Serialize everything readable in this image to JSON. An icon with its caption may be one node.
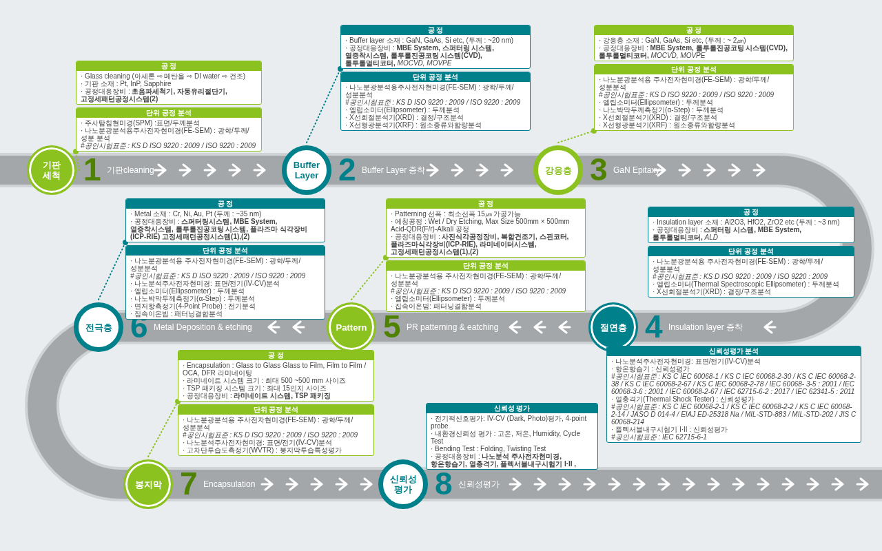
{
  "diagram": {
    "nodes": [
      {
        "text": [
          "기판 세척"
        ],
        "beside": [
          "1",
          "기판cleaning"
        ]
      },
      {
        "text": [
          "공 정",
          "· Glass cleaning (아세톤 ⇨ 메탄올 ⇨ DI water ⇨ 건조)",
          "· 기판 소재 : Pt, InP, Sapphire",
          "· 공정대응장비 : **초음파세척기, 자동유리절단기, 고정세패턴공정시스템(2)**"
        ]
      },
      {
        "text": [
          "단위 공정 분석",
          "· 주사탐침현미경(SPM) :표면/두께분석",
          "· 나노분광분석용주사전자현미경(FE-SEM) : 광학/두께/성분 분석",
          "*#공인시험표준 : KS D ISO 9220 : 2009 / ISO 9220 : 2009*"
        ]
      },
      {
        "text": [
          "Buffer Layer"
        ],
        "beside": [
          "2",
          "Buffer Layer 증착"
        ]
      },
      {
        "text": [
          "공 정",
          "· Buffer layer 소재 : GaN, GaAs, Si etc, (두께 : ~20 nm)",
          "· 공정대응장비 : **MBE System, 스퍼터링 시스템, 열증착시스템, 롤투롤진공코팅 시스템(CVD), 롤투롤멀티코터,** *MOCVD, MOVPE*"
        ]
      },
      {
        "text": [
          "단위 공정 분석",
          "· 나노분광분석용주사전자현미경(FE-SEM) : 광학/두께/성분분석",
          "*#공인시험표준 : KS D ISO 9220 : 2009 / ISO 9220 : 2009*",
          "· 엘립소미터(Ellipsometer) : 두께분석",
          "· X선회절분석기(XRD) : 결정/구조분석",
          "· X선형광분석기(XRF) : 원소종류와함량분석"
        ]
      },
      {
        "text": [
          "강응층"
        ],
        "beside": [
          "3",
          "GaN Epitaxy"
        ]
      },
      {
        "text": [
          "공 정",
          "· 강응층 소재 : GaN, GaAs, Si etc, (두께 : ~ 2㎛)",
          "· 공정대응장비 : **MBE System, 롤투롤진공코팅 시스템(CVD), 롤투롤멀티코터,** *MOCVD, MOVPE*"
        ]
      },
      {
        "text": [
          "단위 공정 분석",
          "· 나노분광분석용 주사전자현미경(FE-SEM) : 광학/두께/성분분석",
          "*#공인시험표준 : KS D ISO 9220 : 2009 / ISO 9220 : 2009*",
          "· 엘립소미터(Ellipsometer) : 두께분석",
          "· 나노박막두께측정기(α-Step) : 두께분석",
          "· X선회절분석기(XRD) : 결정/구조분석",
          "· X선형광분석기(XRF) : 원소종류와함량분석"
        ]
      },
      {
        "text": [
          "절연층"
        ],
        "beside": [
          "4",
          "Insulation layer 증착"
        ]
      },
      {
        "text": [
          "공 정",
          "· Insulation layer 소재 : Al2O3, HfO2, ZrO2 etc (두께 : ~3 nm)",
          "· 공정대응장비 : **스퍼터링 시스템, MBE System, 롤투롤멀티코터,** *ALD*"
        ]
      },
      {
        "text": [
          "단위 공정 분석",
          "· 나노분광분석용 주사전자현미경(FE-SEM) : 광학/두께/성분분석",
          "*#공인시험표준 : KS D ISO 9220 : 2009 / ISO 9220 : 2009*",
          "· 엘립소미터(Thermal Spectroscopic Ellipsometer) : 두께분석",
          "· X선회절분석기(XRD) : 결정/구조분석"
        ]
      },
      {
        "text": [
          "Pattern"
        ],
        "beside": [
          "5",
          "PR patterning & eatching"
        ]
      },
      {
        "text": [
          "공 정",
          "· Patterning 선폭 : 최소선폭 15㎛ 가공가능",
          "· 에칭공정 : Wet / Dry Etching, Max Size 500mm × 500mm Acid-QDR(F/r)-Alkali 공정",
          "· 공정대응장비 : **사진식각공정장비, 복합건조기, 스핀코터, 플라즈마식각장비(ICP-RIE), 라미네이터시스템, 고정세패턴공정시스템(1),(2)**"
        ]
      },
      {
        "text": [
          "단위 공정 분석",
          "· 나노분광분석용 주사전자현미경(FE-SEM) : 광학/두께/성분분석",
          "*#공인시험표준 : KS D ISO 9220 : 2009 / ISO 9220 : 2009*",
          "· 엘립소미터(Ellipsometer) : 두께분석",
          "· 집속이온빔: 패터닝결함분석"
        ]
      },
      {
        "text": [
          "전극층"
        ],
        "beside": [
          "6",
          "Metal Deposition & etching"
        ]
      },
      {
        "text": [
          "공 정",
          "· Metal 소재 : Cr, Ni, Au, Pt (두께 : ~35 nm)",
          "· 공정대응장비 : **스퍼터링시스템, MBE System, 열증착시스템, 롤투롤진공코팅 시스템, 플라즈마 식각장비(ICP-RIE) 고정세패턴공정시스템(1),(2)**"
        ]
      },
      {
        "text": [
          "단위 공정 분석",
          "· 나노분광분석용 주사전자현미경(FE-SEM) : 광학/두께/성분분석",
          "*#공인시험표준 : KS D ISO 9220 : 2009 / ISO 9220 : 2009*",
          "· 나노분석주사전자현미경: 표면/전기(IV-CV)분석",
          "· 엘립소미터(Ellipsometer) : 두께분석",
          "· 나노박막두께측정기(α-Step) : 두께분석",
          "· 면저항측정기(4-Point Probe) : 전기분석",
          "· 집속이온빔 : 패터닝결함분석"
        ]
      },
      {
        "text": [
          "봉지막"
        ],
        "beside": [
          "7",
          "Encapsulation"
        ]
      },
      {
        "text": [
          "공 정",
          "· Encapsulation : Glass to Glass Glass to Film, Film to Film / OCA, DFR 라미네이팅",
          "· 라미네이트 시스템 크기 : 최대 500 ~500 mm 사이즈",
          "· TSP 패키징 시스템 크기 : 최대 15인치 사이즈",
          "· 공정대응장비 : **라미네이트 시스템, TSP 패키징**"
        ]
      },
      {
        "text": [
          "단위 공정 분석",
          "· 나노분광분석용 주사전자현미경(FE-SEM) : 광학/두께/성분분석",
          "*#공인시험표준 : KS D ISO 9220 : 2009 / ISO 9220 : 2009*",
          "· 나노분석주사전자현미경: 표면/전기(IV-CV)분석",
          "· 고차단투습도측정기(WVTR) : 봉지막투습특성평가"
        ]
      },
      {
        "text": [
          "신뢰성 평가"
        ],
        "beside": [
          "8",
          "신뢰성평가"
        ]
      },
      {
        "text": [
          "신뢰성 평가",
          "· 전기적신호평가: IV-CV (Dark, Photo)평가, 4-point probe",
          "· 내환경신뢰성 평가 : 고온, 저온, Humidity, Cycle Test",
          "· Bending Test : Folding, Twisting Test",
          "· 공정대응장비 : **나노분석 주사전자현미경, 항온항습기, 열충격기, 플렉서블내구시험기 I·II ,**"
        ]
      },
      {
        "text": [
          "신뢰성평가 분석",
          "· 나노분석주사전자현미경: 표면/전기(IV-CV)분석",
          "· 항온항습기 : 신뢰성평가",
          "*#공인시험표준 : KS C IEC 60068-1 / KS C IEC 60068-2-30 / KS C IEC 60068-2-38 / KS C IEC 60068-2-67 / KS C IEC 60068-2-78 / IEC 60068- 3-5 : 2001 / IEC 60068-3-6 : 2001 / IEC 60068-2-67 / IEC 62715-6-2 : 2017 / IEC 62341-5 : 2011*",
          "· 열충격기(Thermal Shock Tester) : 신뢰성평가",
          "*#공인시험표준 : KS C IEC 60068-2-1 / KS C IEC 60068-2-2 / KS C IEC 60068-2-14 / JASO D 014-4 / EIAJ ED-25318 Na / MIL-STD-883 / MIL-STD-202 / JIS C 60068-214*",
          "· 플렉서블내구시험기 I·II : 신뢰성평가",
          "*#공인시험표준 : IEC 62715-6-1*"
        ]
      }
    ],
    "edges": [
      {
        "from": 0,
        "to": 2,
        "arrow": "other",
        "style": "dashed"
      },
      {
        "from": 3,
        "to": 4,
        "arrow": "other",
        "style": "dashed",
        "color": "#00808a"
      },
      {
        "from": 6,
        "to": 8,
        "arrow": "other",
        "style": "dashed"
      },
      {
        "from": 12,
        "to": 13,
        "arrow": "other",
        "style": "dashed"
      },
      {
        "from": 15,
        "to": 16,
        "arrow": "other",
        "style": "dashed",
        "color": "#00808a"
      },
      {
        "from": 18,
        "to": 19,
        "arrow": "other",
        "style": "dashed"
      }
    ]
  }
}
